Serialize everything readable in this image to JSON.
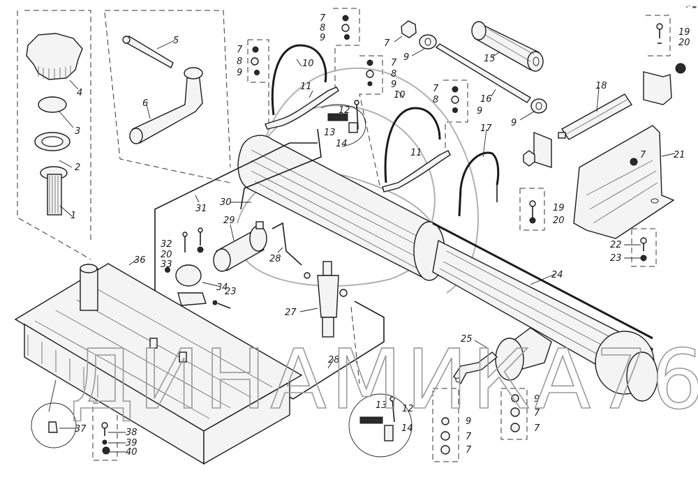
{
  "diagram": {
    "title": "Fuel tank and exhaust system — exploded parts view",
    "watermark": "ДИНАМИКА76",
    "corner_mark": "∙ᵉ ▬",
    "ink_color": "#1a1a1a",
    "background": "#ffffff",
    "watermark_color": "#9a9a9a"
  },
  "callouts": {
    "filler_group": [
      "1",
      "2",
      "3",
      "4"
    ],
    "tools": [
      "5",
      "6"
    ],
    "hardware_a": [
      "7",
      "8",
      "9"
    ],
    "hardware_b": [
      "7",
      "8",
      "9"
    ],
    "hardware_c": [
      "7",
      "8",
      "9"
    ],
    "hardware_d": [
      "7",
      "8",
      "9"
    ],
    "nut_top": "7",
    "washer_top": "9",
    "washer_rod": "9",
    "clamp_left": [
      "10",
      "11"
    ],
    "clamp_right": [
      "10",
      "11"
    ],
    "detail_top": [
      "12",
      "13",
      "14"
    ],
    "detail_bottom": [
      "13",
      "12",
      "14"
    ],
    "sleeve": "15",
    "rod": "16",
    "clamp_u": "17",
    "tube_18": "18",
    "bolt_group_right": [
      "19",
      "20"
    ],
    "bolt_group_mid": [
      "19",
      "20"
    ],
    "bracket": "21",
    "bracket_nut": "7",
    "bolt_group_bracket": [
      "22",
      "23"
    ],
    "muffler_pipe": "24",
    "strap": "25",
    "flange_hw": [
      "9",
      "7",
      "7"
    ],
    "strap_hw": [
      "9",
      "7",
      "7"
    ],
    "filter": "27",
    "fuel_line_upper": "28",
    "fuel_line_lower": "28",
    "pump": "29",
    "line_30": "30",
    "line_31": "31",
    "clip_group": [
      "32",
      "20",
      "33"
    ],
    "clip": "34",
    "clip_bolt": "23",
    "tank": "36",
    "drain_plug": "37",
    "drain_group": [
      "38",
      "39",
      "40"
    ]
  }
}
